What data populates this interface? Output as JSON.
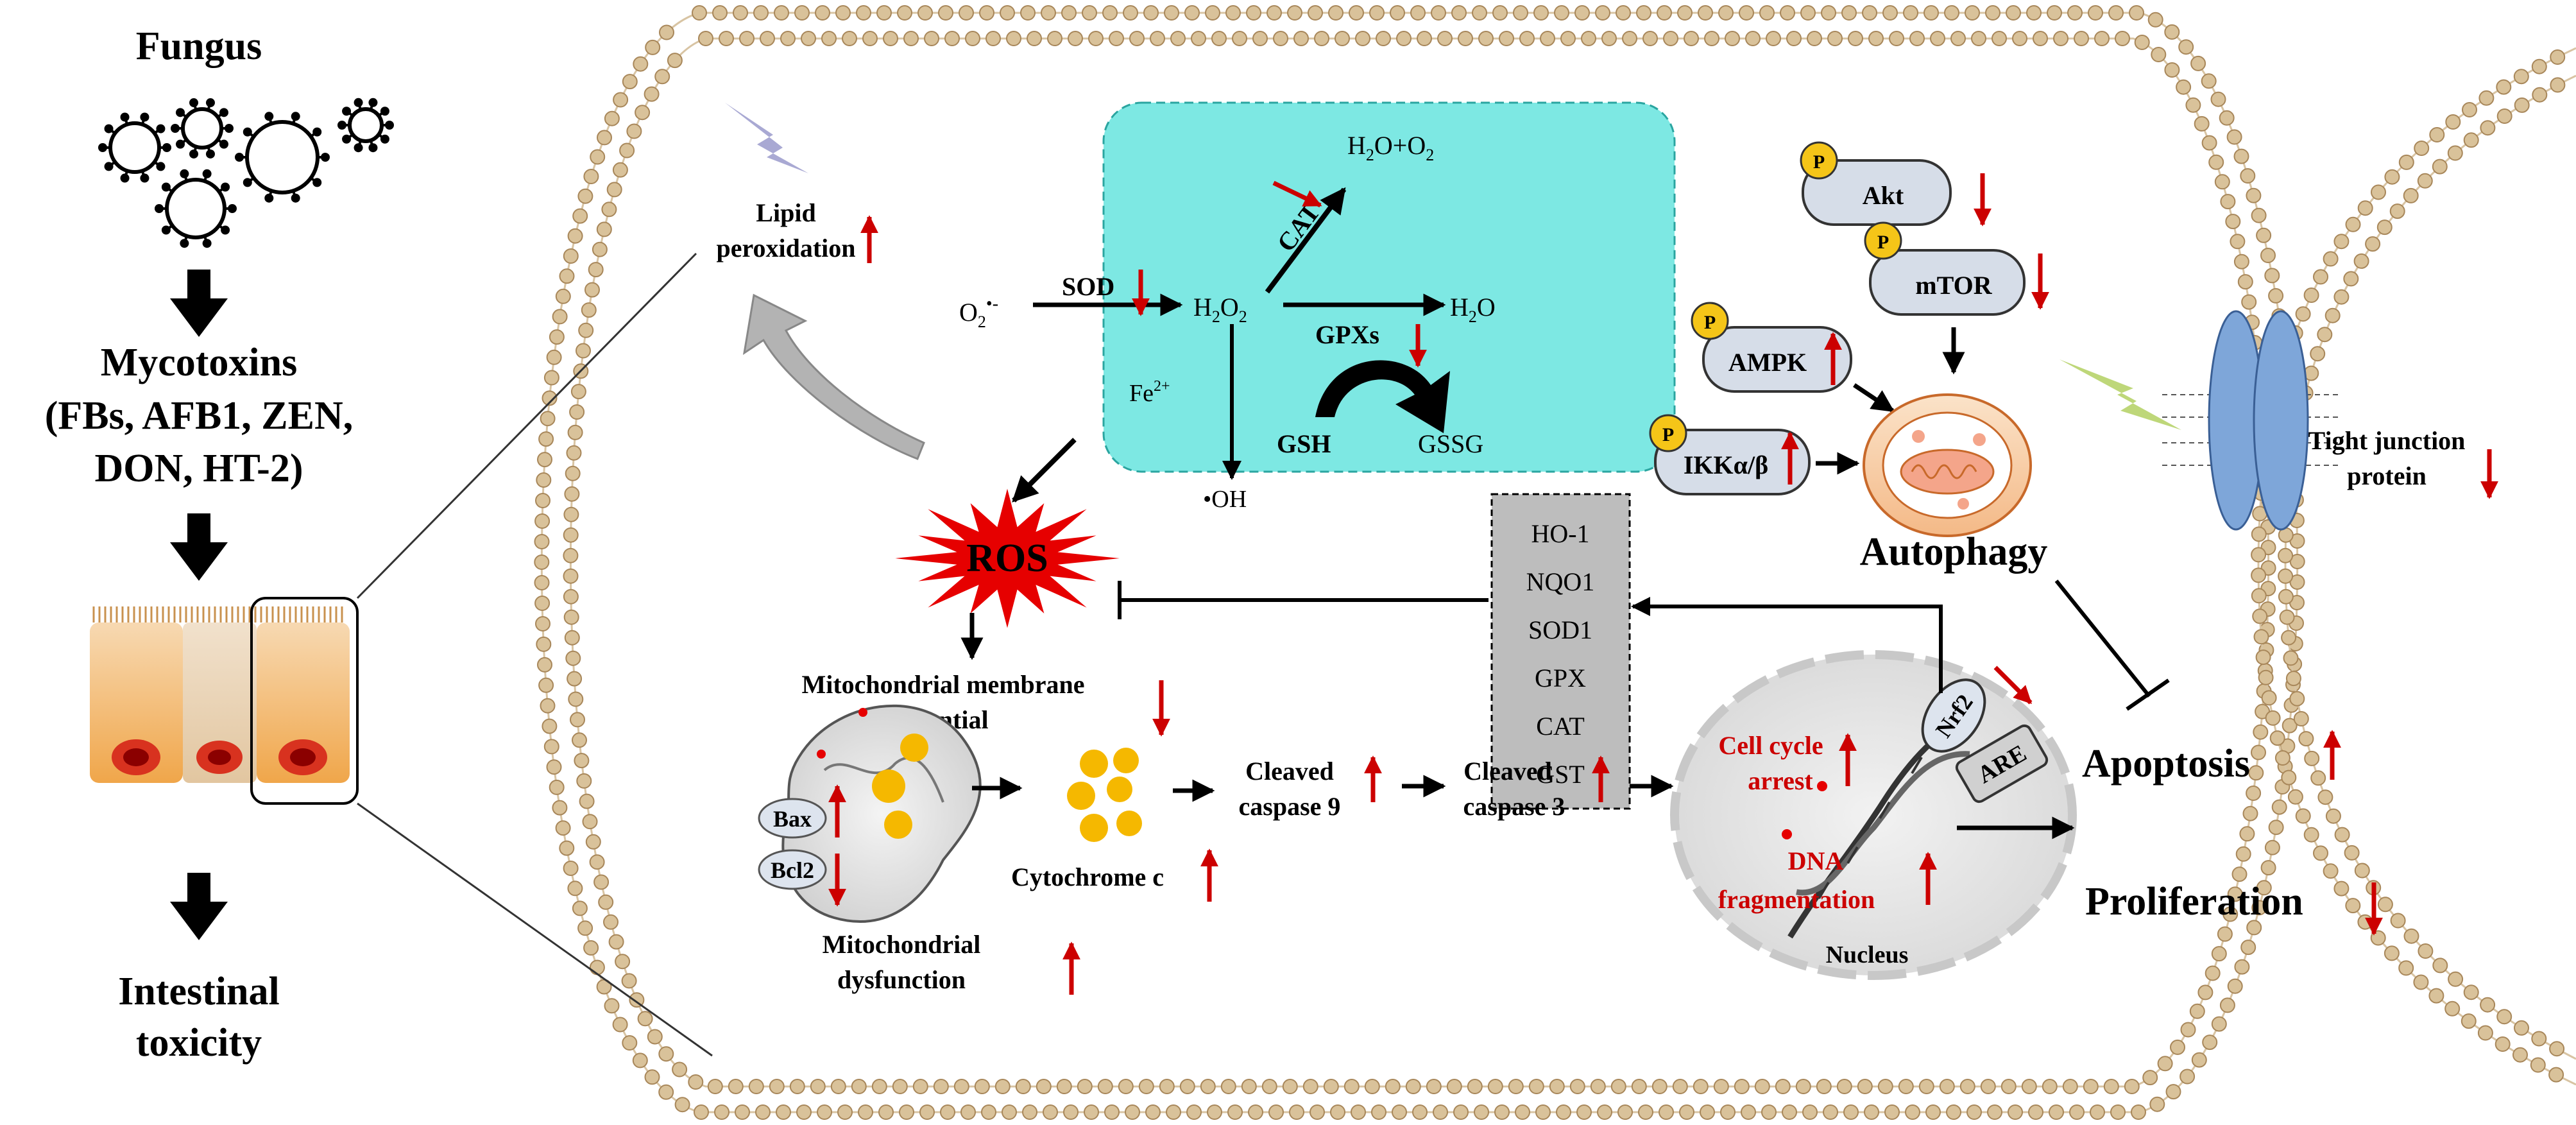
{
  "left_panel": {
    "fungus": "Fungus",
    "mycotoxins_line1": "Mycotoxins",
    "mycotoxins_line2": "(FBs, AFB1, ZEN,",
    "mycotoxins_line3": "DON, HT-2)",
    "toxicity_line1": "Intestinal",
    "toxicity_line2": "toxicity"
  },
  "membrane": {
    "lipid_line1": "Lipid",
    "lipid_line2": "peroxidation"
  },
  "antioxidant_box": {
    "h2o_o2": "H2O+O2",
    "cat": "CAT",
    "sod": "SOD",
    "o2_radical": "O2•-",
    "h2o2": "H2O2",
    "h2o": "H2O",
    "gpxs": "GPXs",
    "fe": "Fe2+",
    "gsh": "GSH",
    "gssg": "GSSG",
    "oh": "•OH"
  },
  "ros": "ROS",
  "nrf2_targets": [
    "HO-1",
    "NQO1",
    "SOD1",
    "GPX",
    "CAT",
    "GST"
  ],
  "mitochondria": {
    "membrane_potential_line1": "Mitochondrial membrane",
    "membrane_potential_line2": "potential",
    "bax": "Bax",
    "bcl2": "Bcl2",
    "cytochrome": "Cytochrome c",
    "dysfunction_line1": "Mitochondrial",
    "dysfunction_line2": "dysfunction"
  },
  "caspases": {
    "c9_line1": "Cleaved",
    "c9_line2": "caspase 9",
    "c3_line1": "Cleaved",
    "c3_line2": "caspase 3"
  },
  "nucleus": {
    "cell_cycle_line1": "Cell cycle",
    "cell_cycle_line2": "arrest",
    "dna_line1": "DNA",
    "dna_line2": "fragmentation",
    "nrf2": "Nrf2",
    "are": "ARE",
    "label": "Nucleus"
  },
  "autophagy": {
    "p": "P",
    "akt": "Akt",
    "mtor": "mTOR",
    "ampk": "AMPK",
    "ikk": "IKKα/β",
    "label": "Autophagy"
  },
  "outcomes": {
    "apoptosis": "Apoptosis",
    "proliferation": "Proliferation",
    "tight_line1": "Tight junction",
    "tight_line2": "protein"
  },
  "colors": {
    "box": "#7de8e3",
    "lipid_head": "#c9ad82",
    "red_arrow": "#cc0000",
    "ros_burst": "#e60000",
    "gray_box": "#bdbdbd",
    "mito": "#e3e3e3",
    "cyto_yellow": "#f5b800",
    "p_circle": "#f5c518",
    "protein_fill": "#d6dde8",
    "junction_blue": "#7ea6d9"
  }
}
